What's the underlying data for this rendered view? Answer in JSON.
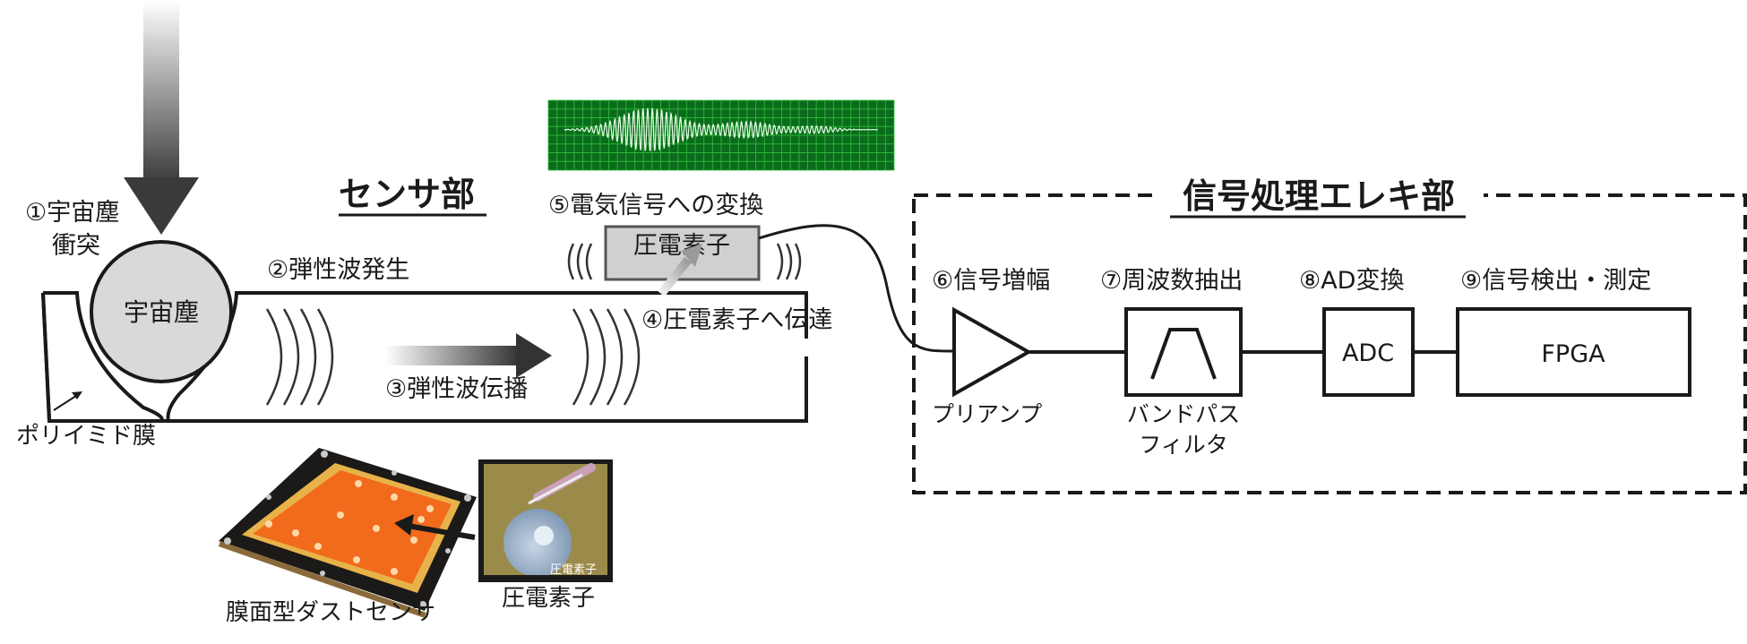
{
  "sensor": {
    "title": "センサ部",
    "step1_line1": "①宇宙塵",
    "step1_line2": "衝突",
    "dust_label": "宇宙塵",
    "step2": "②弾性波発生",
    "step3": "③弾性波伝播",
    "step4": "④圧電素子へ伝達",
    "step5": "⑤電気信号への変換",
    "piezo_box": "圧電素子",
    "polyimide": "ポリイミド膜"
  },
  "electronics": {
    "title": "信号処理エレキ部",
    "step6": "⑥信号増幅",
    "step7": "⑦周波数抽出",
    "step8": "⑧AD変換",
    "step9": "⑨信号検出・測定",
    "preamp_line1": "プリアンプ",
    "bpf_line1": "バンドパス",
    "bpf_line2": "フィルタ",
    "adc": "ADC",
    "fpga": "FPGA"
  },
  "photos": {
    "sensor_caption": "膜面型ダストセンサ",
    "piezo_caption": "圧電素子",
    "piezo_inset_label": "圧電素子"
  },
  "colors": {
    "oscilloscope_bg": "#0b6b1c",
    "oscilloscope_grid": "#2fbf3a",
    "film_orange": "#f26a1b",
    "dust_fill": "#d9d9d9",
    "piezo_fill": "#d0d0d0"
  }
}
